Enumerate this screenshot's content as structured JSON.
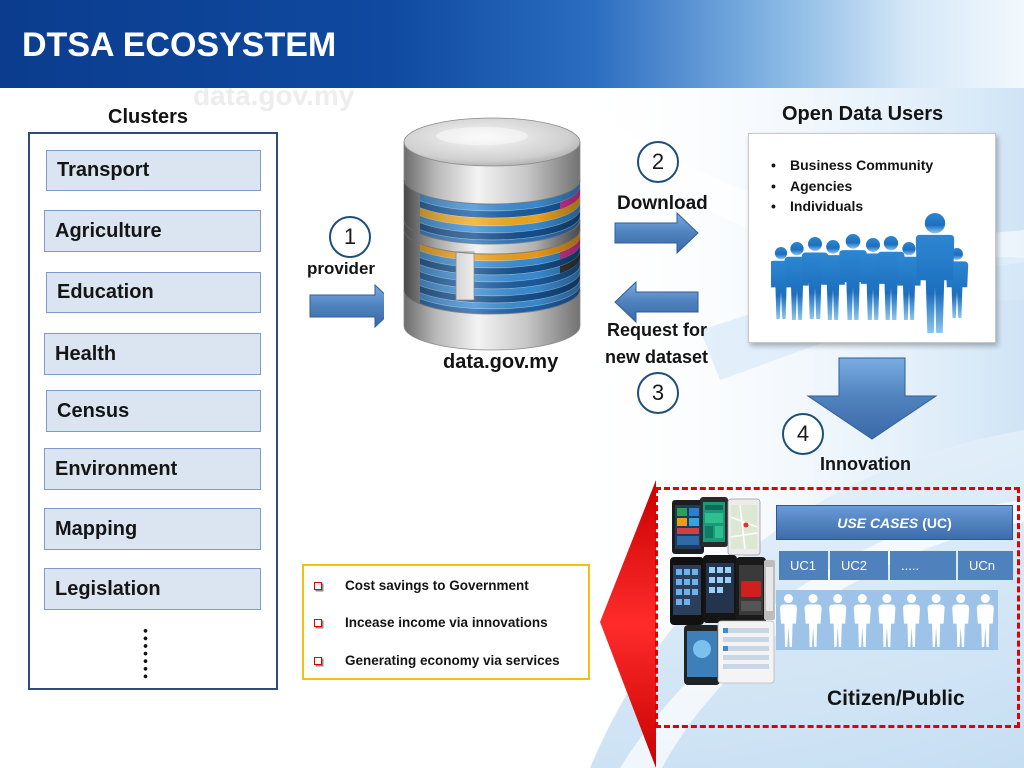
{
  "header": {
    "title": "DTSA ECOSYSTEM"
  },
  "watermark": "data.gov.my",
  "clusters": {
    "title": "Clusters",
    "items": [
      "Transport",
      "Agriculture",
      "Education",
      "Health",
      "Census",
      "Environment",
      "Mapping",
      "Legislation"
    ]
  },
  "portal": {
    "label": "data.gov.my",
    "icon": "database-icon"
  },
  "steps": {
    "provider": {
      "number": "1",
      "label": "provider"
    },
    "download": {
      "number": "2",
      "label": "Download"
    },
    "request": {
      "number": "3",
      "label_line1": "Request for",
      "label_line2": "new dataset"
    },
    "innovation": {
      "number": "4",
      "label": "Innovation"
    }
  },
  "open_data_users": {
    "title": "Open Data Users",
    "bullets": [
      "Business Community",
      "Agencies",
      "Individuals"
    ],
    "icon": "business-people-icon"
  },
  "benefits": {
    "items": [
      "Cost savings to Government",
      "Incease income via innovations",
      "Generating economy via services"
    ],
    "bullet_icon": "red-square-bullet-icon"
  },
  "citizen_section": {
    "use_cases_title": "USE CASES",
    "use_cases_suffix": "(UC)",
    "use_case_cells": [
      "UC1",
      "UC2",
      ".....",
      "UCn"
    ],
    "group_label": "Citizen/Public",
    "icons": [
      "mobile-apps-icon",
      "citizen-people-icon"
    ]
  },
  "colors": {
    "header_blue": "#0b3c8e",
    "accent_blue": "#4f81bd",
    "cluster_fill": "#dbe5f1",
    "cluster_border": "#7d9cc9",
    "highlight_red": "#e00000",
    "benefits_border": "#f2c014",
    "circle_border": "#1f4e79"
  }
}
